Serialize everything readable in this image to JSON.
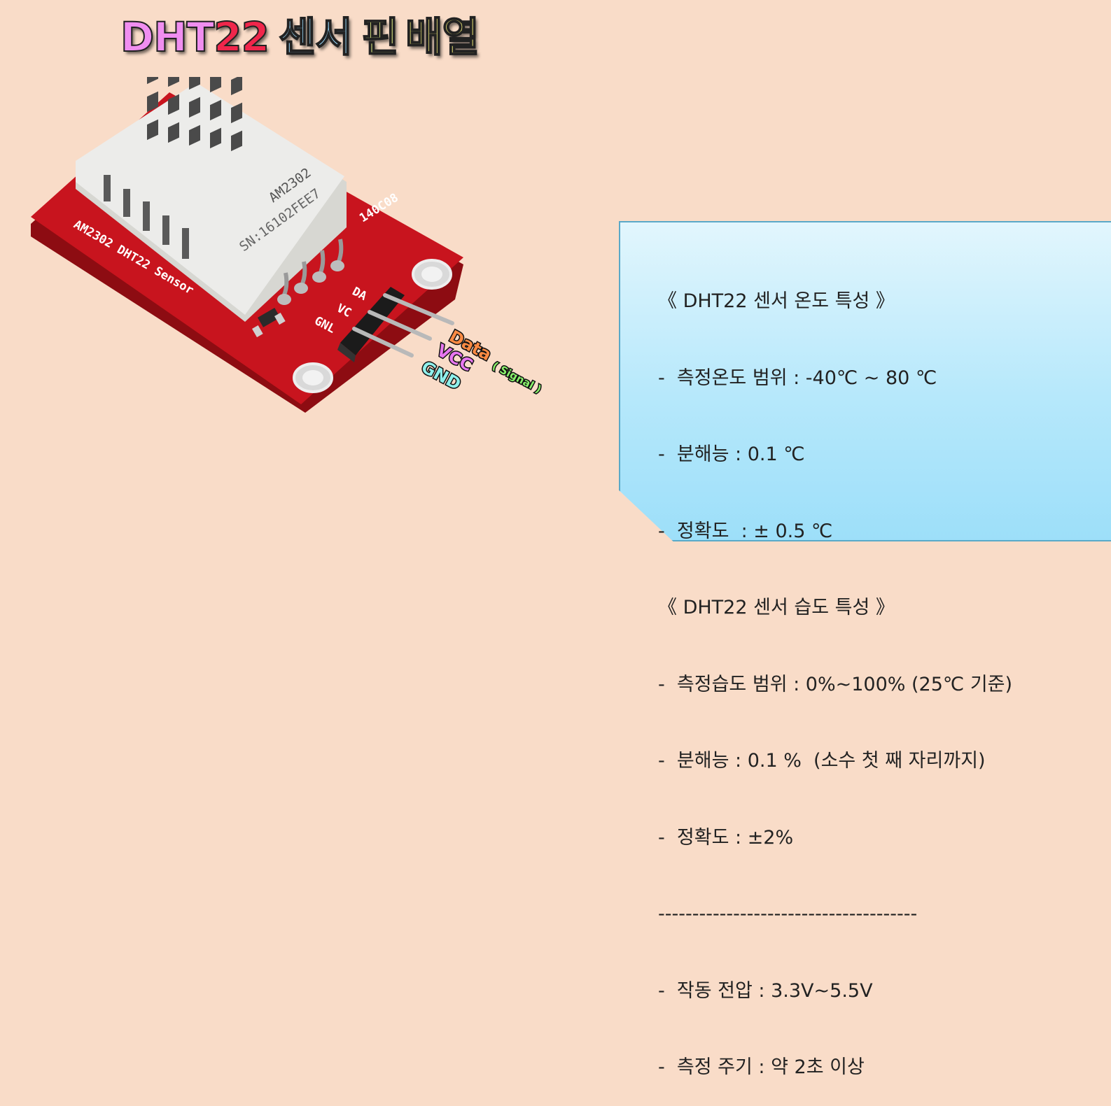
{
  "title": {
    "part1": "DHT",
    "part2": "22",
    "part3": "센서",
    "part4": "핀",
    "part5": "배열"
  },
  "board": {
    "sensor_model": "AM2302",
    "serial": "SN:16102FEE7",
    "board_code": "140C08",
    "silkscreen": "AM2302 DHT22 Sensor",
    "pin_da": "DA",
    "pin_vcc": "VC",
    "pin_gnd": "GNL"
  },
  "pin_labels": {
    "data": "Data",
    "signal": "( Signal )",
    "vcc": "VCC",
    "gnd": "GND"
  },
  "specs": {
    "lines": [
      "《 DHT22 센서 온도 특성 》",
      "-  측정온도 범위 : -40℃ ~ 80 ℃",
      "-  분해능 : 0.1 ℃",
      "-  정확도  : ± 0.5 ℃",
      "《 DHT22 센서 습도 특성 》",
      "-  측정습도 범위 : 0%~100% (25℃ 기준)",
      "-  분해능 : 0.1 %  (소수 첫 째 자리까지)",
      "-  정확도 : ±2%",
      "--------------------------------------",
      "-  작동 전압 : 3.3V~5.5V",
      "-  측정 주기 : 약 2초 이상"
    ]
  },
  "colors": {
    "background": "#f9dcc8",
    "board_red": "#c8141e",
    "info_box": "#b6e8fb"
  }
}
